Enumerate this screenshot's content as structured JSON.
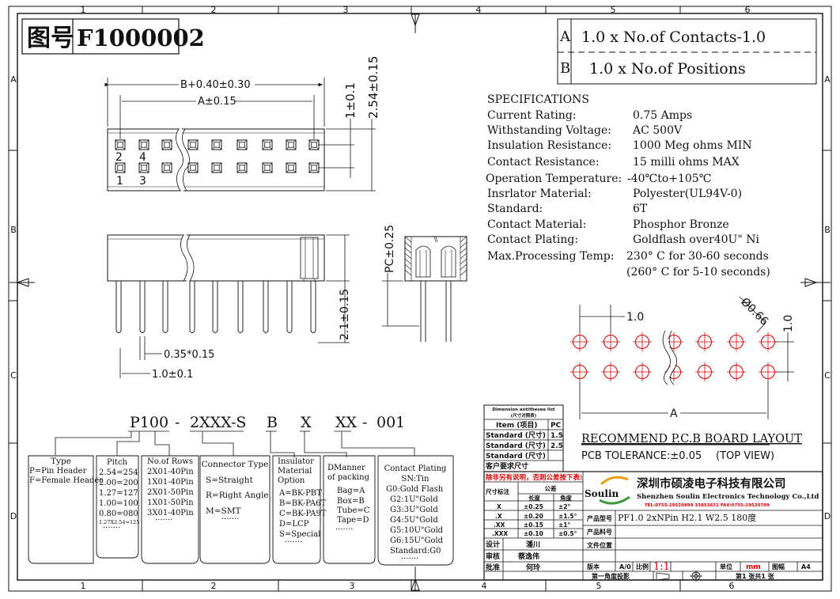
{
  "grid": {
    "cols_top": [
      "1",
      "2",
      "3",
      "4",
      "5",
      "6"
    ],
    "cols_bottom": [
      "1",
      "2",
      "3",
      "4",
      "5",
      "6"
    ],
    "rows": [
      "A",
      "B",
      "C",
      "D"
    ]
  },
  "drawing_title": {
    "label": "图号",
    "number": "F1000002"
  },
  "formula": {
    "a_key": "A",
    "a_text": "1.0 x No.of Contacts-1.0",
    "b_key": "B",
    "b_text": "1.0 x No.of Positions"
  },
  "dims": {
    "b_len": "B+0.40±0.30",
    "a_len": "A±0.15",
    "pitch_v": "1±0.1",
    "height_v": "2.54±0.15",
    "pc": "PC±0.25",
    "tail": "2.1±0.15",
    "pin_w": "0.35*0.15",
    "pitch_h": "1.0±0.1",
    "pin_labels": [
      "2",
      "4",
      "1",
      "3"
    ],
    "pcb_pitch": "1.0",
    "pcb_hole": "Ø0.66",
    "pcb_row": "1.0",
    "pcb_a": "A"
  },
  "specs": {
    "title": "SPECIFICATIONS",
    "rows": [
      {
        "k": "Current Rating:",
        "v": "0.75 Amps"
      },
      {
        "k": "Withstanding Voltage:",
        "v": "AC  500V"
      },
      {
        "k": "Insulation Resistance:",
        "v": "1000 Meg ohms MIN"
      },
      {
        "k": "Contact Resistance:",
        "v": "15 milli ohms MAX"
      },
      {
        "k": "Operation Temperature:",
        "v": "-40℃to+105℃"
      },
      {
        "k": "Insrlator Material:",
        "v": "Polyester(UL94V-0)"
      },
      {
        "k": "Standard:",
        "v": "6T"
      },
      {
        "k": "Contact Material:",
        "v": "Phosphor Bronze"
      },
      {
        "k": "Contact Plating:",
        "v": "Goldflash over40U\" Ni"
      },
      {
        "k": "Max.Processing Temp:",
        "v": "230° C for 30-60 seconds"
      },
      {
        "k": "",
        "v": "(260° C for  5-10 seconds)"
      }
    ]
  },
  "part_code": {
    "parts": [
      "P100",
      "-",
      "2XXX-S",
      "B",
      "X",
      "XX",
      "-",
      "001"
    ]
  },
  "options": {
    "type": {
      "title": "Type",
      "items": [
        "P=Pin Header",
        "F=Female Header"
      ]
    },
    "pitch": {
      "title": "Pitch",
      "items": [
        "2.54=254",
        "2.00=200",
        "1.27=127",
        "1.00=100",
        "0.80=080",
        "1.27X2.54=125",
        "·······"
      ]
    },
    "rows": {
      "title": "No.of Rows",
      "items": [
        "2X01-40Pin",
        "1X01-40Pin",
        "2X01-50Pin",
        "1X01-50Pin",
        "3X01-40Pin",
        "·······"
      ]
    },
    "conn": {
      "title": "Connector Type",
      "items": [
        "S=Straight",
        "R=Right Angle",
        "M=SMT",
        "·······"
      ]
    },
    "insul": {
      "title": "Insulator Material Option",
      "items": [
        "A=BK-PBT",
        "B=BK-PA6T",
        "C=BK-PA9T",
        "D=LCP",
        "S=Special",
        "·······"
      ]
    },
    "pack": {
      "title": "DManner of packing",
      "items": [
        "Bag=A",
        "Box=B",
        "Tube=C",
        "Tape=D",
        "·······"
      ]
    },
    "plating": {
      "title": "Contact Plating",
      "items": [
        "SN:Tin",
        "G0:Gold Flash",
        "G2:1U\"Gold",
        "G3:3U\"Gold",
        "G4:5U\"Gold",
        "G5:10U\"Gold",
        "G6:15U\"Gold",
        "Standard:G0",
        "·······"
      ]
    }
  },
  "dim_table": {
    "caption1": "Dimension antithesee list",
    "caption2": "(尺寸对照表)",
    "head": [
      "Item (项目)",
      "PC"
    ],
    "rows": [
      [
        "Standard (尺寸)",
        "1.5"
      ],
      [
        "Standard (尺寸)",
        "2.5"
      ],
      [
        "Standard (尺寸)",
        ""
      ],
      [
        "客户要求尺寸",
        ""
      ]
    ]
  },
  "pcb": {
    "title": "RECOMMEND P.C.B BOARD LAYOUT",
    "tolerance": "PCB TOLERANCE:±0.05",
    "view": "(TOP VIEW)"
  },
  "title_block": {
    "note": "除非另有说明，否则公差按下表:",
    "tol_head": [
      "尺寸标注",
      "公差",
      "长度",
      "角度"
    ],
    "tol_rows": [
      [
        "X",
        "±0.25",
        "±2°"
      ],
      [
        ".X",
        "±0.20",
        "±1.5°"
      ],
      [
        ".XX",
        "±0.15",
        "±1°"
      ],
      [
        ".XXX",
        "±0.10",
        "±0.5°"
      ]
    ],
    "design_label": "设计",
    "design_name": "潘川",
    "check_label": "审核",
    "check_name": "蔡逸伟",
    "approve_label": "批准",
    "approve_name": "何玲",
    "logo": "Soulin",
    "company_cn": "深圳市硕凌电子科技有限公司",
    "company_en": "Shenzhen Soulin Electronics Technology Co.,Ltd",
    "company_tel": "TEL:0755-29520899 33853672  FAX:0755-29520799",
    "model_label": "产品型号",
    "model_value": "PF1.0 2xNPin H2.1 W2.5 180度",
    "material_label": "产品料号",
    "file_label": "文件位置",
    "version_label": "版本",
    "version_value": "A/0",
    "scale_label": "比例",
    "scale_value": "1:1",
    "unit_label": "单位",
    "unit_value": "mm",
    "sheet_label": "图幅",
    "sheet_value": "A4",
    "angle_label": "第一角度投影",
    "page": "第1 张共1 张"
  }
}
